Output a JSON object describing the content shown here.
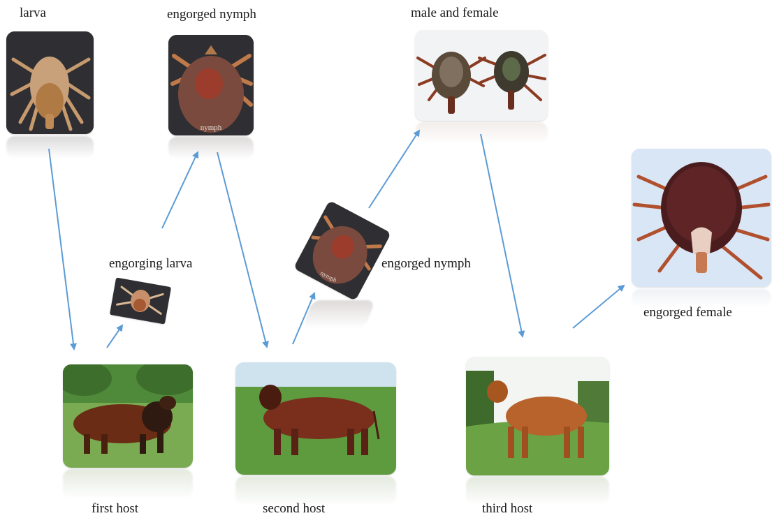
{
  "stages": {
    "larva": "larva",
    "engorged_nymph_top": "engorged nymph",
    "male_and_female": "male and female",
    "engorging_larva": "engorging larva",
    "engorged_nymph_mid": "engorged nymph",
    "engorged_female": "engorged female",
    "nymph_watermark": "nymph",
    "nymph_watermark_small": "nymph"
  },
  "hosts": {
    "first": "first host",
    "second": "second host",
    "third": "third host"
  },
  "colors": {
    "arrow": "#5b9bd5",
    "tick_body": "#8a4a2a",
    "dark_card_bg": "#2f2f33",
    "light_card_bg": "#f1f3f5",
    "female_card_bg": "#d9e6f6",
    "grass": "#5e9a3e",
    "sky": "#cfe3ef"
  }
}
